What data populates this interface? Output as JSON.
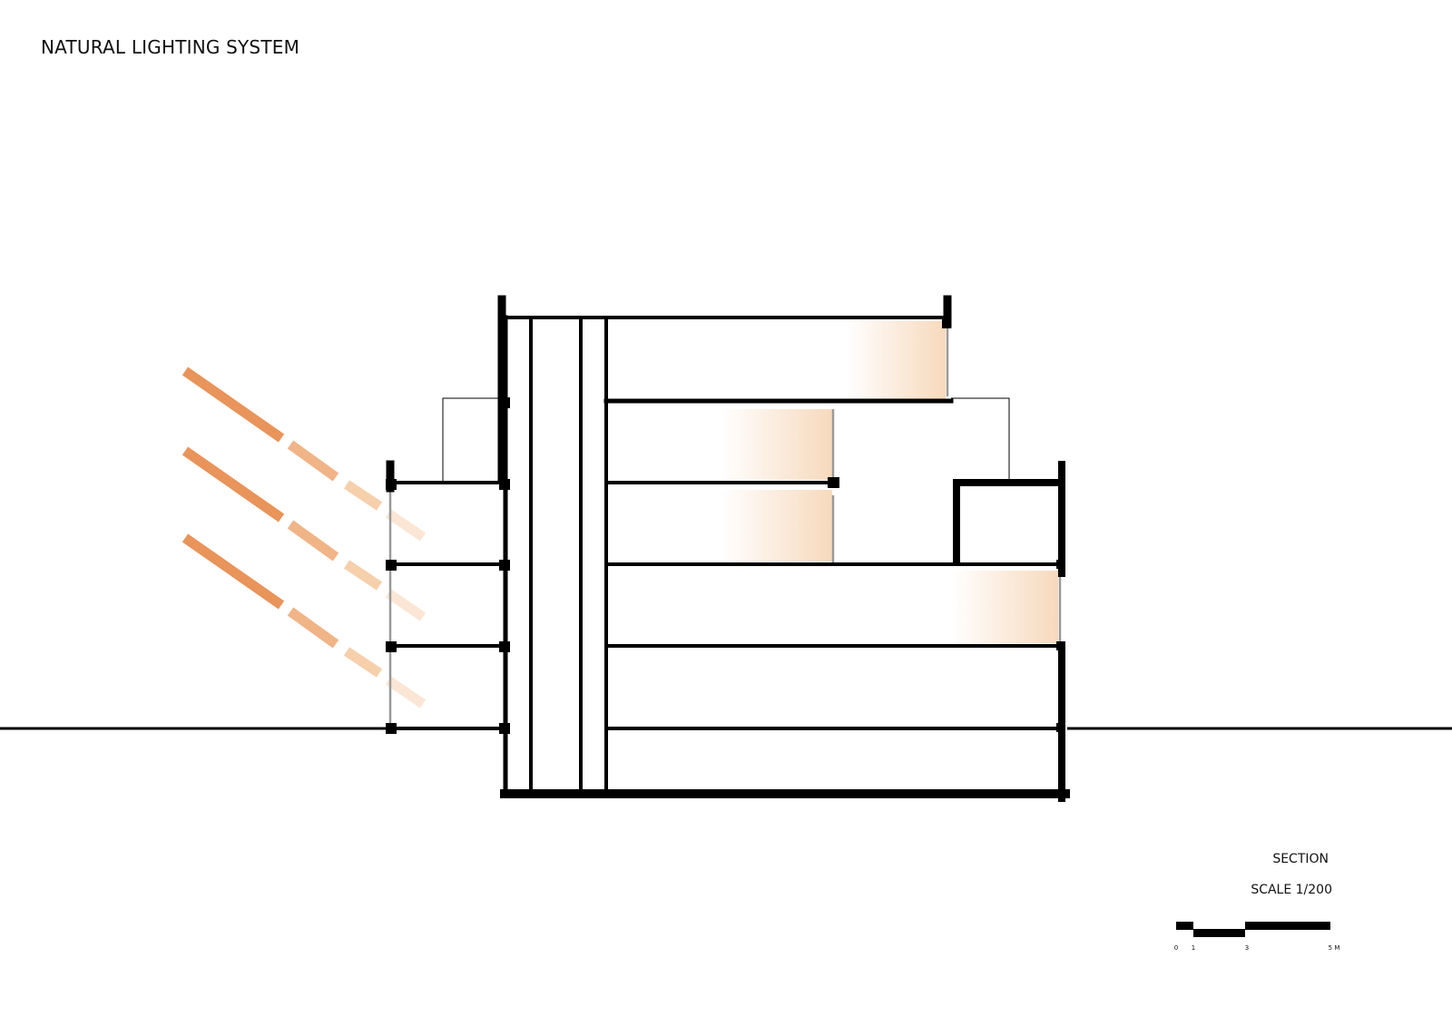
{
  "title": "NATURAL LIGHTING SYSTEM",
  "caption": {
    "section": "SECTION",
    "scale": "SCALE 1/200"
  },
  "scale_bar": {
    "ticks": [
      "0",
      "1",
      "3",
      "5 M"
    ]
  },
  "colors": {
    "sun_ray": "#e8945a",
    "light_glow": "#f6d5b5",
    "structure": "#000000",
    "glazing": "#999999"
  },
  "icons": {
    "sun_rays": "sun-ray-icon"
  }
}
